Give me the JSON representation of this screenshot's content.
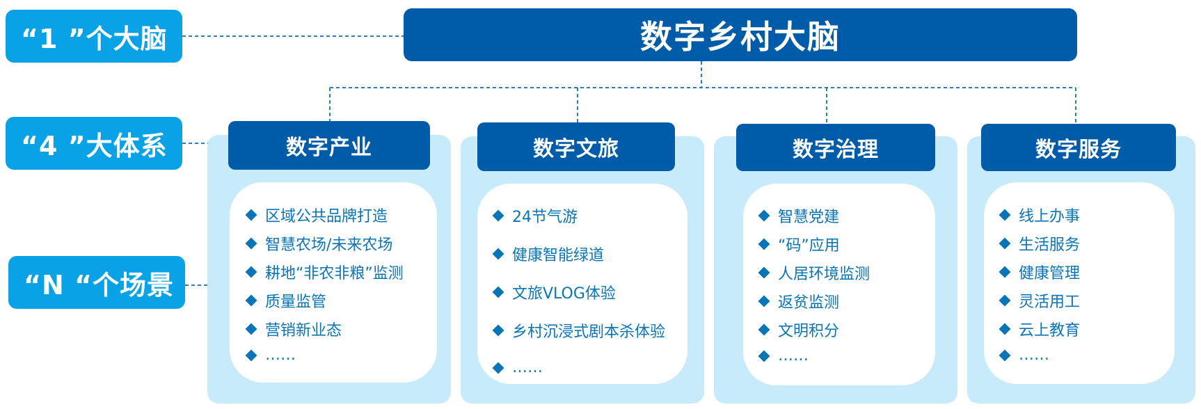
{
  "brain": {
    "title": "数字乡村大脑"
  },
  "side_labels": [
    {
      "text": "“1 ”个大脑"
    },
    {
      "text": "“4 ”大体系"
    },
    {
      "text": "“N “个场景"
    }
  ],
  "systems": [
    {
      "title": "数字产业",
      "items": [
        "区域公共品牌打造",
        "智慧农场/未来农场",
        "耕地“非农非粮”监测",
        "质量监管",
        "营销新业态",
        "……"
      ]
    },
    {
      "title": "数字文旅",
      "items": [
        "24节气游",
        "健康智能绿道",
        "文旅VLOG体验",
        "乡村沉浸式剧本杀体验",
        "……"
      ]
    },
    {
      "title": "数字治理",
      "items": [
        "智慧党建",
        "“码”应用",
        "人居环境监测",
        "返贫监测",
        "文明积分",
        "……"
      ]
    },
    {
      "title": "数字服务",
      "items": [
        "线上办事",
        "生活服务",
        "健康管理",
        "灵活用工",
        "云上教育",
        "……"
      ]
    }
  ],
  "colors": {
    "brain_fill": "#005ba8",
    "side_tag_fill": "#0aa2e6",
    "panel_fill": "#c8ebfb",
    "item_text": "#0a74b8"
  }
}
